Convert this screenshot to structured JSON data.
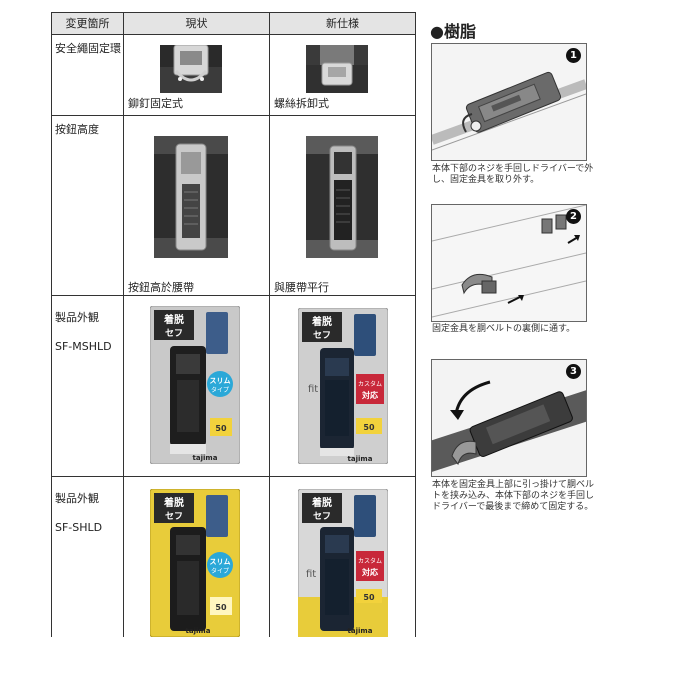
{
  "table": {
    "headers": {
      "col1": "変更箇所",
      "col2": "現状",
      "col3": "新仕様"
    },
    "rows": [
      {
        "label": "安全繩固定環",
        "label2": "",
        "current_caption": "鉚釘固定式",
        "new_caption": "螺絲拆卸式"
      },
      {
        "label": "按鈕高度",
        "label2": "",
        "current_caption": "按鈕高於腰帶",
        "new_caption": "與腰帶平行"
      },
      {
        "label": "製品外観",
        "label2": "SF-MSHLD",
        "current_caption": "",
        "new_caption": ""
      },
      {
        "label": "製品外観",
        "label2": "SF-SHLD",
        "current_caption": "",
        "new_caption": ""
      }
    ]
  },
  "package": {
    "brand_top": "着脱",
    "brand_bottom": "セフ",
    "slim_line1": "スリム",
    "slim_line2": "タイプ",
    "custom_line1": "カスタム",
    "custom_line2": "対応",
    "fit": "fit",
    "capacity": "50",
    "logo": "tajima"
  },
  "instructions": {
    "title": "●樹脂",
    "steps": [
      {
        "number": "1",
        "text": "本体下部のネジを手回しドライバーで外し、固定金具を取り外す。"
      },
      {
        "number": "2",
        "text": "固定金具を胴ベルトの裏側に通す。"
      },
      {
        "number": "3",
        "text": "本体を固定金具上部に引っ掛けて胴ベルトを挟み込み、本体下部のネジを手回しドライバーで最後まで締めて固定する。"
      }
    ]
  },
  "colors": {
    "header_bg": "#e4e4e4",
    "pkg_silver": "#c9c9c9",
    "pkg_yellow": "#e8cc3a",
    "holder_black": "#1e1e1e"
  }
}
